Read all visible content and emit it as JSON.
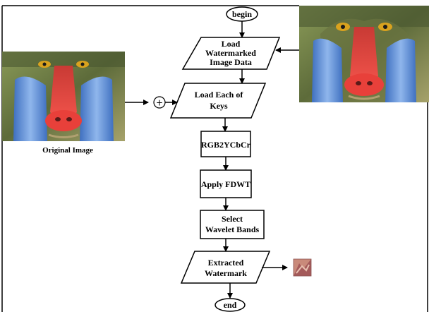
{
  "diagram": {
    "nodes": {
      "begin": "begin",
      "load_watermarked": [
        "Load",
        "Watermarked",
        "Image Data"
      ],
      "load_keys": [
        "Load Each of",
        "Keys"
      ],
      "rgb2ycbcr": "RGB2YCbCr",
      "apply_fdwt": "Apply FDWT",
      "select_bands": [
        "Select",
        "Wavelet Bands"
      ],
      "extracted": [
        "Extracted",
        "Watermark"
      ],
      "end": "end"
    },
    "original_caption": "Original Image",
    "combine_symbol": "+",
    "colors": {
      "line": "#000000",
      "mandrill_red": "#e8403a",
      "mandrill_blue": "#5b8fd8",
      "fur_olive": "#7a8a4a",
      "fur_dark": "#3e4a2a",
      "eye_yellow": "#d9a21e"
    }
  }
}
